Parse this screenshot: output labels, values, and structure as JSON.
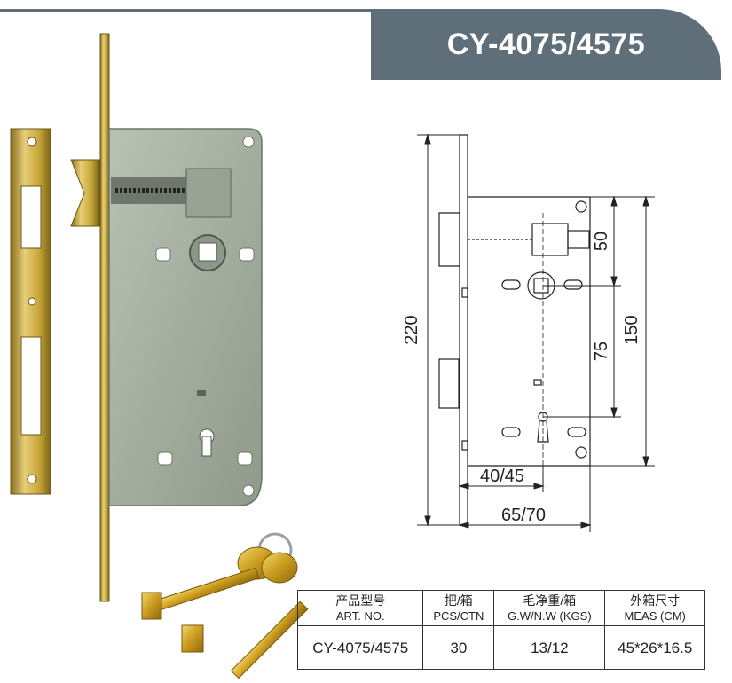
{
  "header": {
    "model_title": "CY-4075/4575"
  },
  "drawing": {
    "dims": {
      "total_height": "220",
      "case_height": "150",
      "handle_to_follower": "50",
      "follower_to_key": "75",
      "backset": "40/45",
      "case_depth": "65/70"
    }
  },
  "spec_table": {
    "headers": [
      {
        "cn": "产品型号",
        "en": "ART. NO."
      },
      {
        "cn": "把/箱",
        "en": "PCS/CTN"
      },
      {
        "cn": "毛净重/箱",
        "en": "G.W/N.W (KGS)"
      },
      {
        "cn": "外箱尺寸",
        "en": "MEAS (CM)"
      }
    ],
    "row": [
      "CY-4075/4575",
      "30",
      "13/12",
      "45*26*16.5"
    ]
  },
  "colors": {
    "title_band": "#5f6f79",
    "brass": "#c9a83a",
    "steel": "#a8b3a6"
  }
}
